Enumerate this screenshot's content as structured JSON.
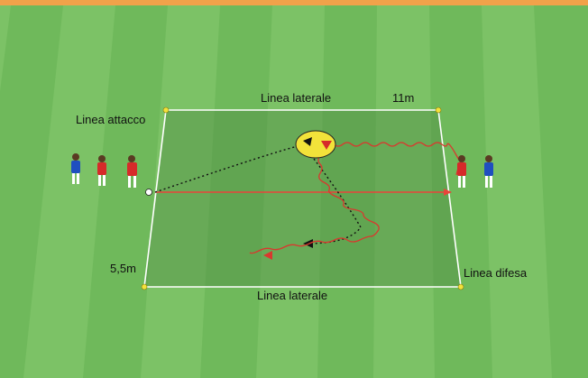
{
  "labels": {
    "attack_line": "Linea attacco",
    "side_line_top": "Linea laterale",
    "length_top": "11m",
    "width_left": "5,5m",
    "defense_line": "Linea difesa",
    "side_line_bottom": "Linea laterale"
  },
  "colors": {
    "accent_rule": "#f1a24a",
    "grass_light": "#7fc36a",
    "grass_dark": "#6db45a",
    "zone_fill": "#4f8f45",
    "field_line": "#ffffff",
    "pass_arrow": "#e8443a",
    "dribble_path": "#d9382e",
    "run_path": "#111111",
    "cone": "#f2e23a",
    "team_red": "#d62a2a",
    "team_blue": "#1f4fbf"
  },
  "icons": {
    "cone_corner": "cone-marker-icon",
    "goal_disc": "target-disc-icon",
    "player_red": "player-red-icon",
    "player_blue": "player-blue-icon",
    "ball": "soccer-ball-icon"
  }
}
